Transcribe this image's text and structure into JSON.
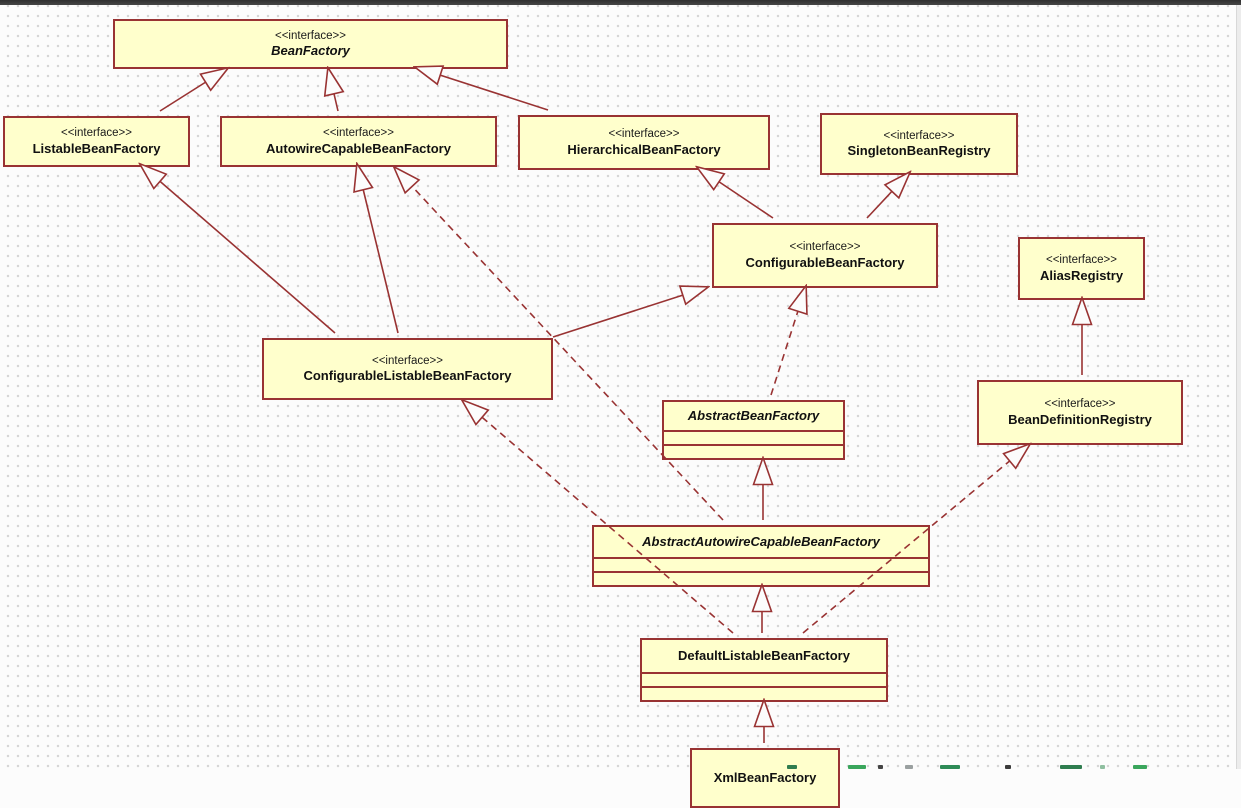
{
  "diagram_type": "uml-class-diagram",
  "nodes": [
    {
      "id": "bean-factory",
      "stereotype": "<<interface>>",
      "name": "BeanFactory",
      "kind": "interface",
      "name_italic": true
    },
    {
      "id": "listable-bean-factory",
      "stereotype": "<<interface>>",
      "name": "ListableBeanFactory",
      "kind": "interface",
      "name_italic": false
    },
    {
      "id": "autowire-capable-bean-factory",
      "stereotype": "<<interface>>",
      "name": "AutowireCapableBeanFactory",
      "kind": "interface",
      "name_italic": false
    },
    {
      "id": "hierarchical-bean-factory",
      "stereotype": "<<interface>>",
      "name": "HierarchicalBeanFactory",
      "kind": "interface",
      "name_italic": false
    },
    {
      "id": "singleton-bean-registry",
      "stereotype": "<<interface>>",
      "name": "SingletonBeanRegistry",
      "kind": "interface",
      "name_italic": false
    },
    {
      "id": "configurable-bean-factory",
      "stereotype": "<<interface>>",
      "name": "ConfigurableBeanFactory",
      "kind": "interface",
      "name_italic": false
    },
    {
      "id": "alias-registry",
      "stereotype": "<<interface>>",
      "name": "AliasRegistry",
      "kind": "interface",
      "name_italic": false
    },
    {
      "id": "configurable-listable-bean-factory",
      "stereotype": "<<interface>>",
      "name": "ConfigurableListableBeanFactory",
      "kind": "interface",
      "name_italic": false
    },
    {
      "id": "abstract-bean-factory",
      "stereotype": "",
      "name": "AbstractBeanFactory",
      "kind": "abstract-class",
      "name_italic": true
    },
    {
      "id": "bean-definition-registry",
      "stereotype": "<<interface>>",
      "name": "BeanDefinitionRegistry",
      "kind": "interface",
      "name_italic": false
    },
    {
      "id": "abstract-autowire-capable-bean-factory",
      "stereotype": "",
      "name": "AbstractAutowireCapableBeanFactory",
      "kind": "abstract-class",
      "name_italic": true
    },
    {
      "id": "default-listable-bean-factory",
      "stereotype": "",
      "name": "DefaultListableBeanFactory",
      "kind": "class",
      "name_italic": false
    },
    {
      "id": "xml-bean-factory",
      "stereotype": "",
      "name": "XmlBeanFactory",
      "kind": "class-clipped",
      "name_italic": false
    }
  ],
  "edges": [
    {
      "from": "listable-bean-factory",
      "to": "bean-factory",
      "relation": "generalization"
    },
    {
      "from": "autowire-capable-bean-factory",
      "to": "bean-factory",
      "relation": "generalization"
    },
    {
      "from": "hierarchical-bean-factory",
      "to": "bean-factory",
      "relation": "generalization"
    },
    {
      "from": "configurable-listable-bean-factory",
      "to": "listable-bean-factory",
      "relation": "generalization"
    },
    {
      "from": "configurable-listable-bean-factory",
      "to": "autowire-capable-bean-factory",
      "relation": "generalization"
    },
    {
      "from": "configurable-listable-bean-factory",
      "to": "configurable-bean-factory",
      "relation": "generalization"
    },
    {
      "from": "configurable-bean-factory",
      "to": "hierarchical-bean-factory",
      "relation": "generalization"
    },
    {
      "from": "configurable-bean-factory",
      "to": "singleton-bean-registry",
      "relation": "generalization"
    },
    {
      "from": "bean-definition-registry",
      "to": "alias-registry",
      "relation": "generalization"
    },
    {
      "from": "abstract-autowire-capable-bean-factory",
      "to": "abstract-bean-factory",
      "relation": "generalization"
    },
    {
      "from": "default-listable-bean-factory",
      "to": "abstract-autowire-capable-bean-factory",
      "relation": "generalization"
    },
    {
      "from": "xml-bean-factory",
      "to": "default-listable-bean-factory",
      "relation": "generalization"
    },
    {
      "from": "abstract-bean-factory",
      "to": "configurable-bean-factory",
      "relation": "realization"
    },
    {
      "from": "abstract-autowire-capable-bean-factory",
      "to": "autowire-capable-bean-factory",
      "relation": "realization"
    },
    {
      "from": "default-listable-bean-factory",
      "to": "configurable-listable-bean-factory",
      "relation": "realization"
    },
    {
      "from": "default-listable-bean-factory",
      "to": "bean-definition-registry",
      "relation": "realization"
    }
  ],
  "colors": {
    "node_fill": "#FFFFCC",
    "node_border": "#993333",
    "edge": "#993333",
    "canvas_background": "#FCFCFC",
    "grid_dot": "#D6D6D6",
    "top_bar": "#3C3C3C"
  }
}
